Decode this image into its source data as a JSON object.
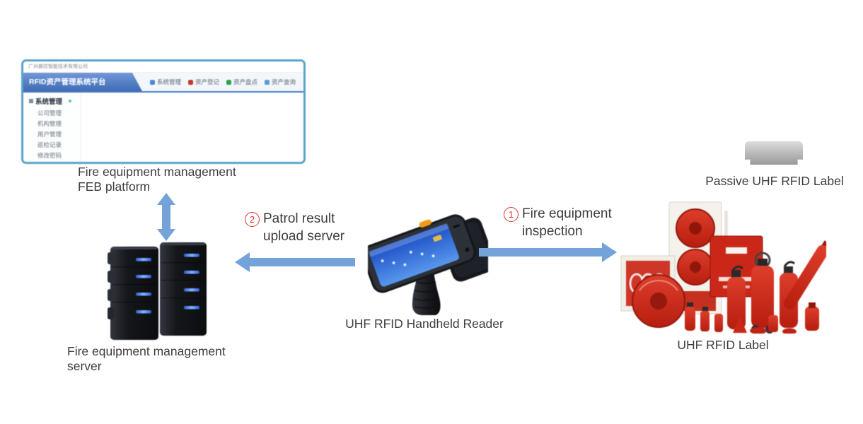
{
  "platform": {
    "window_title": "广州晨控智能技术有限公司",
    "app_title": "RFID资产管理系统平台",
    "menu_items": [
      {
        "label": "系统管理",
        "icon_color": "#4a86d8"
      },
      {
        "label": "资产登记",
        "icon_color": "#c0392b"
      },
      {
        "label": "资产盘点",
        "icon_color": "#2e9e52"
      },
      {
        "label": "资产查询",
        "icon_color": "#5b9bd5"
      }
    ],
    "sidebar": {
      "header": "系统管理",
      "items": [
        "公司管理",
        "机构管理",
        "用户管理",
        "巡检记录",
        "修改密码"
      ]
    },
    "caption": {
      "line1": "Fire equipment management",
      "line2": "FEB platform"
    }
  },
  "server": {
    "caption": {
      "line1": "Fire equipment management",
      "line2": "server"
    }
  },
  "reader": {
    "caption": "UHF RFID Handheld Reader"
  },
  "passive_tag": {
    "caption": "Passive UHF RFID Label"
  },
  "equipment": {
    "caption": "UHF RFID Label"
  },
  "flows": {
    "inspection": {
      "number": "1",
      "line1": "Fire equipment",
      "line2": "inspection"
    },
    "upload": {
      "number": "2",
      "line1": "Patrol result",
      "line2": "upload server"
    }
  },
  "colors": {
    "arrow_blue": "#73a3d9",
    "flow_number_red": "#e0342b",
    "caption_text": "#3d3d3d",
    "equipment_red": "#c5291a",
    "platform_header_blue": "#4a7bc4",
    "platform_border": "#58a2c6",
    "server_led_blue": "#4a86e8",
    "tag_gray": "#b7b7b7"
  }
}
